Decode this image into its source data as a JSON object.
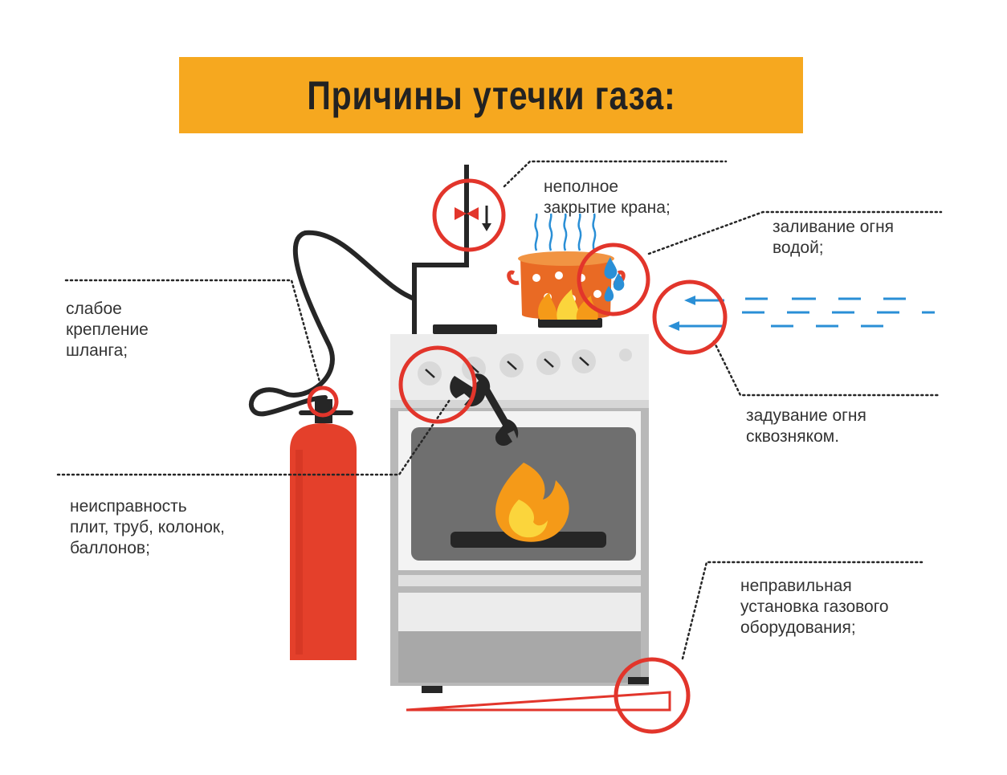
{
  "title": "Причины утечки газа:",
  "colors": {
    "banner": "#f6a81f",
    "alert_red": "#e2352b",
    "stove_white": "#ececec",
    "stove_gray": "#b8b8b8",
    "oven_window": "#6f6f6f",
    "flame_orange": "#f59a18",
    "flame_yellow": "#fbd53c",
    "water_blue": "#2a8fd6",
    "pipe": "#262626"
  },
  "causes": {
    "tap": {
      "lines": [
        "неполное",
        "закрытие крана;"
      ]
    },
    "water": {
      "lines": [
        "заливание огня",
        "водой;"
      ]
    },
    "hose": {
      "lines": [
        "слабое",
        "крепление",
        "шланга;"
      ]
    },
    "draft": {
      "lines": [
        "задувание огня",
        "сквозняком."
      ]
    },
    "faulty": {
      "lines": [
        "неисправность",
        "плит, труб, колонок,",
        "баллонов;"
      ]
    },
    "install": {
      "lines": [
        "неправильная",
        "установка газового",
        "оборудования;"
      ]
    }
  }
}
